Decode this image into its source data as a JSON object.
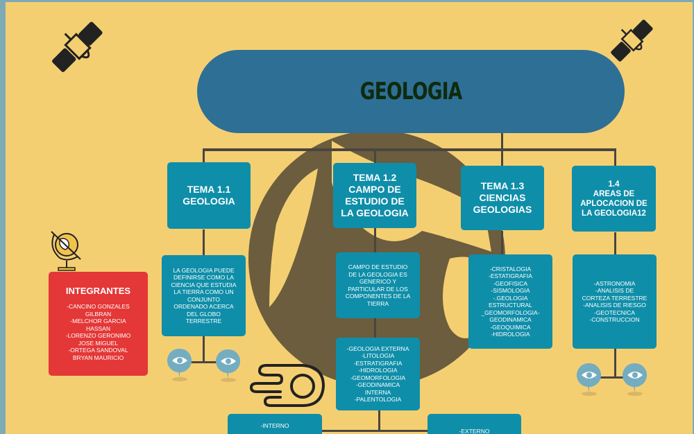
{
  "title": "GEOLOGIA",
  "colors": {
    "background": "#f4cf72",
    "title_pill": "#2e6f96",
    "box": "#0f8ea9",
    "members_box": "#e43737",
    "globe": "#6b5d3d",
    "connector": "#4a4540",
    "pin": "#74adc0"
  },
  "topics": [
    {
      "heading": "TEMA 1.1\nGEOLOGIA",
      "body": "LA GEOLOGIA PUEDE\nDEFINIRSE COMO LA\nCIENCIA QUE ESTUDIA\nLA TIERRA COMO UN\nCONJUNTO\nORDENADO ACERCA\nDEL GLOBO\nTERRESTRE"
    },
    {
      "heading": "TEMA 1.2\nCAMPO DE\nESTUDIO DE\nLA GEOLOGIA",
      "body": "CAMPO DE ESTUDIO\nDE LA GEOLOGIA ES\nGENERICO Y\nPARTICULAR DE LOS\nCOMPONENTES DE LA\nTIERRA",
      "sub_body": "-GEOLOGIA EXTERNA\n-LITOLOGIA\n-ESTRATIGRAFIA\n-HIDROLOGIA\n-GEOMORFOLOGIA\n-GEODINAMICA\nINTERNA\n-PALENTOLOGIA",
      "children": [
        "-INTERNO",
        "-EXTERNO"
      ]
    },
    {
      "heading": "TEMA 1.3\nCIENCIAS\nGEOLOGIAS",
      "body": "-CRISTALOGIA\n-ESTATIGRAFIA\n-GEOFISICA\n-SISMOLOGIA\n-.GEOLOGIA\nESTRUCTURAL\n_GEOMORFOLOGIA-\nGEODINAMICA\n-GEOQUIMICA\n-HIDROLOGIA"
    },
    {
      "heading": "1.4\nAREAS DE\nAPLOCACION DE\nLA GEOLOGIA12",
      "body": "-ASTRONOMIA\n-ANALISIS DE\nCORTEZA TERRESTRE\n-ANALISIS DE RIESGO\n-GEOTECNICA\n-CONSTRUCCION"
    }
  ],
  "members": {
    "heading": "INTEGRANTES",
    "body": "-CANCINO GONZALES\nGILBRAN\n-MELCHOR GARCIA\nHASSAN\n-LORENZO GERONIMO\nJOSE MIGUEL\n-ORTEGA SANDOVAL\nBRYAN MAURICIO"
  },
  "icons": [
    "satellite-icon",
    "satellite-icon",
    "globe-stand-icon",
    "comet-icon",
    "eye-pin-icon"
  ]
}
